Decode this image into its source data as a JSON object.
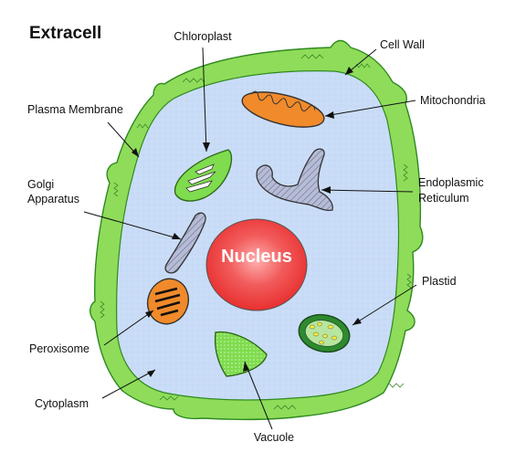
{
  "title": "Extracell",
  "labels": {
    "chloroplast": "Chloroplast",
    "cell_wall": "Cell Wall",
    "mitochondria": "Mitochondria",
    "plasma_membrane": "Plasma Membrane",
    "golgi_line1": "Golgi",
    "golgi_line2": "Apparatus",
    "er_line1": "Endoplasmic",
    "er_line2": "Reticulum",
    "nucleus": "Nucleus",
    "plastid": "Plastid",
    "peroxisome": "Peroxisome",
    "cytoplasm": "Cytoplasm",
    "vacuole": "Vacuole"
  },
  "colors": {
    "cell_wall": "#8fdc5a",
    "cytoplasm": "#c9dcf7",
    "nucleus": "#f04848",
    "mitochondria": "#f08a2a",
    "peroxisome": "#f08a2a",
    "organelle_green": "#7fdc4e",
    "er_golgi": "#b6bcd6",
    "plastid_inner": "#f4ee3a"
  }
}
